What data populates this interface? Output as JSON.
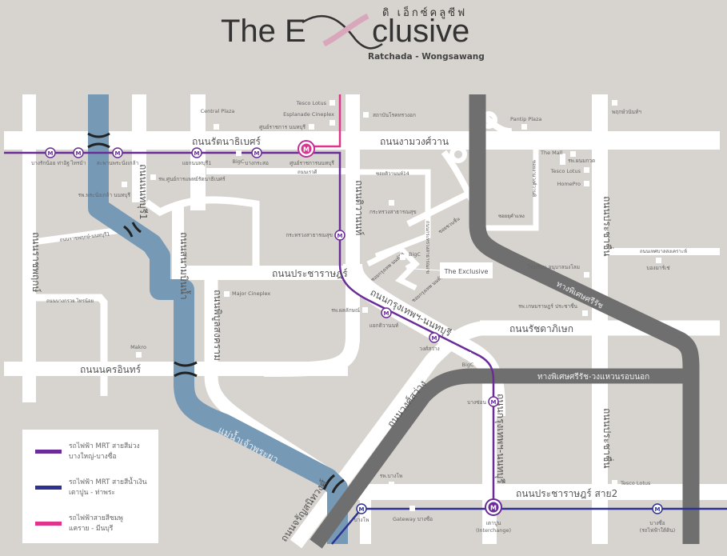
{
  "logo": {
    "thai": "ดิ เอ็กซ์คลูซีฟ",
    "title_a": "The E",
    "title_b": "clusive",
    "subtitle": "Ratchada - Wongsawang"
  },
  "colors": {
    "background": "#d7d3ce",
    "road": "#ffffff",
    "river": "#7699b5",
    "expressway": "#6f6f6f",
    "purple_line": "#6a2c99",
    "blue_line": "#2e3192",
    "pink_line": "#e0338c"
  },
  "roads": {
    "rattanathibet": "ถนนรัตนาธิเบศร์",
    "ngamwongwan": "ถนนงามวงศ์วาน",
    "pracharat": "ถนนประชาราษฎร์",
    "nakhon_in": "ถนนนครอินทร์",
    "ratchadaphisek": "ถนนรัชดาภิเษก",
    "krungthep_nonthaburi": "ถนนกรุงเทพฯ-นนทบุรี",
    "wongsawang": "ถนนวงศ์สว่าง",
    "pracharat_sai2": "ถนนประชาราษฎร์ สาย2",
    "tiwanon": "ถนนติวานนท์",
    "prachachuen": "ถนนประชาชื่น",
    "prachachuen2": "ถนนประชาชื่น",
    "ratchaphruek": "ถนนราชพฤกษ์",
    "nonthaburi1": "ถนนนนทบุรี1",
    "sanambinnam": "ถนนสนามบินน้ำ",
    "phibunsongkhram": "ถนนพิบูลสงคราม",
    "krungthep_nonthaburi2": "ถนนกรุงเทพฯ-นนทบุรี",
    "charansanitwong": "ถนนจรัญสนิทวงศ์",
    "ratchaphruek_nonthaburi1": "ถนนราชพฤกษ์-นนทบุรี1",
    "bangkruai_sainoi": "ถนนบางกรวย ไทรน้อย",
    "rewadi": "ถนนเรวดี",
    "soi_tiwanon14": "ซอยติวานนท์14",
    "soi_ngamwongwan8": "ซอยงามวงศ์วาน8",
    "soi_tiwanon_nonthaburi": "ถนนกระทรวงสาธารณสุข",
    "soi_bukhaem": "ซอยยุคำแหง",
    "soi_krungthep14": "ซอยกรุงเทพ นนท์14",
    "soi_krungthep12": "ซอยกรุงเทพ นนท์12",
    "soi_chomsang": "ซอยชวนชื่น",
    "thetsaban_songkhro": "ถนนเทศบาลสงเคราะห์",
    "river": "แม่น้ำเจ้าพระยา",
    "expressway_sirat": "ทางพิเศษศรีรัช",
    "expressway_outer": "ทางพิเศษศรีรัช-วงแหวนรอบนอก"
  },
  "stations": {
    "bang_rak_noi": "บางรักน้อย ท่าอิฐ",
    "sai_ma": "ไทรม้า",
    "phra_nang_klao": "สะพานพระนั่งเกล้า",
    "yaek_nonthaburi1": "แยกนนทบุรี1",
    "bang_krasor": "บางกระสอ",
    "government_center": "ศูนย์ราชการนนทบุรี",
    "ministry_health": "กระทรวงสาธารณสุข",
    "yaek_tiwanon": "แยกติวานนท์",
    "wong_sawang": "วงศ์สว่าง",
    "bang_son": "บางซ่อน",
    "bang_pho": "บางโพ",
    "tao_poon": "เตาปูน",
    "tao_poon_note": "(Interchange)",
    "bang_sue": "บางซื่อ",
    "bang_sue_note": "(รถไฟฟ้าใต้ดิน)",
    "station_glyph": "M"
  },
  "landmarks": {
    "central_plaza": "Central Plaza",
    "tesco_lotus_1": "Tesco Lotus",
    "esplanade": "Esplanade Cineplex",
    "gov_center": "ศูนย์ราชการ นนทบุรี",
    "chest_institute": "สถาบันโรคทรวงอก",
    "pantip": "Pantip Plaza",
    "pruksa": "พฤกษ์วนันท์ฯ",
    "the_mall": "The Mall",
    "hospital_ngamwongwan": "รพ.ผนมกวด",
    "tesco_lotus_2": "Tesco Lotus",
    "homepro": "HomePro",
    "bigc_1": "BigC",
    "hosp_rattanathibet": "รพ.ศูนย์การแพทย์รัตนาธิเบศร์",
    "hosp_phranangklao": "รพ.พระนั่งเกล้า นนทบุรี",
    "ministry": "กระทรวงสาธารณสุข",
    "bigc_2": "BigC",
    "major": "Major Cineplex",
    "makro": "Makro",
    "hosp_pholakshmi": "รพ.ผลลักษณ์",
    "bigc_3": "BigC",
    "school_nonglom": "โรงเรียน อนุบาลนงโลม",
    "hosp_kasemrad": "รพ.เกษมราษฎร์ ประชาชื่น",
    "bon_marche": "บองมาร์เช่",
    "hosp_bangpho": "รพ.บางโพ",
    "gateway": "Gateway บางซื่อ",
    "tesco_lotus_3": "Tesco Lotus",
    "project": "The Exclusive"
  },
  "legend": [
    {
      "line1": "รถไฟฟ้า MRT สายสีม่วง",
      "line2": "บางใหญ่-บางซื่อ",
      "color": "#6a2c99"
    },
    {
      "line1": "รถไฟฟ้า MRT สายสีน้ำเงิน",
      "line2": "เตาปูน - ท่าพระ",
      "color": "#2e3192"
    },
    {
      "line1": "รถไฟฟ้าสายสีชมพู",
      "line2": "แคราย - มีนบุรี",
      "color": "#e0338c"
    }
  ]
}
